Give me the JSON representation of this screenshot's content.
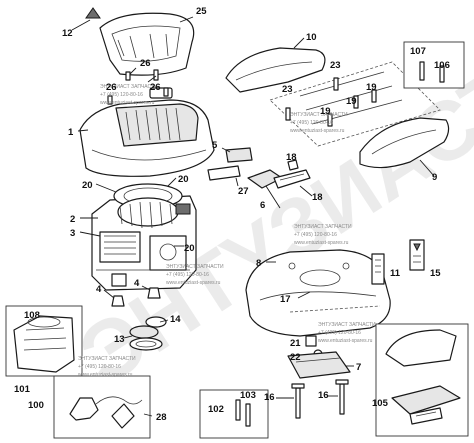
{
  "labels": [
    {
      "id": "n12",
      "text": "12"
    },
    {
      "id": "n25",
      "text": "25"
    },
    {
      "id": "n26a",
      "text": "26"
    },
    {
      "id": "n26b",
      "text": "26"
    },
    {
      "id": "n26c",
      "text": "26"
    },
    {
      "id": "n1",
      "text": "1"
    },
    {
      "id": "n10",
      "text": "10"
    },
    {
      "id": "n107",
      "text": "107"
    },
    {
      "id": "n106",
      "text": "106"
    },
    {
      "id": "n23a",
      "text": "23"
    },
    {
      "id": "n23b",
      "text": "23"
    },
    {
      "id": "n19a",
      "text": "19"
    },
    {
      "id": "n19b",
      "text": "19"
    },
    {
      "id": "n19c",
      "text": "19"
    },
    {
      "id": "n5",
      "text": "5"
    },
    {
      "id": "n18a",
      "text": "18"
    },
    {
      "id": "n18b",
      "text": "18"
    },
    {
      "id": "n9",
      "text": "9"
    },
    {
      "id": "n20a",
      "text": "20"
    },
    {
      "id": "n20b",
      "text": "20"
    },
    {
      "id": "n20c",
      "text": "20"
    },
    {
      "id": "n27",
      "text": "27"
    },
    {
      "id": "n6",
      "text": "6"
    },
    {
      "id": "n2",
      "text": "2"
    },
    {
      "id": "n3",
      "text": "3"
    },
    {
      "id": "n8",
      "text": "8"
    },
    {
      "id": "n4a",
      "text": "4"
    },
    {
      "id": "n4b",
      "text": "4"
    },
    {
      "id": "n108",
      "text": "108"
    },
    {
      "id": "n14",
      "text": "14"
    },
    {
      "id": "n13",
      "text": "13"
    },
    {
      "id": "n17",
      "text": "17"
    },
    {
      "id": "n11",
      "text": "11"
    },
    {
      "id": "n15",
      "text": "15"
    },
    {
      "id": "n21",
      "text": "21"
    },
    {
      "id": "n22",
      "text": "22"
    },
    {
      "id": "n7",
      "text": "7"
    },
    {
      "id": "n101",
      "text": "101"
    },
    {
      "id": "n100",
      "text": "100"
    },
    {
      "id": "n28",
      "text": "28"
    },
    {
      "id": "n102",
      "text": "102"
    },
    {
      "id": "n103",
      "text": "103"
    },
    {
      "id": "n16a",
      "text": "16"
    },
    {
      "id": "n16b",
      "text": "16"
    },
    {
      "id": "n105",
      "text": "105"
    }
  ],
  "watermark": {
    "big_text": "ЭНТУЗИАСТ",
    "company": "ЭНТУЗИАСТ ЗАПЧАСТИ",
    "phone": "+7 (495) 120-80-16",
    "site": "www.entuziast-spares.ru"
  }
}
